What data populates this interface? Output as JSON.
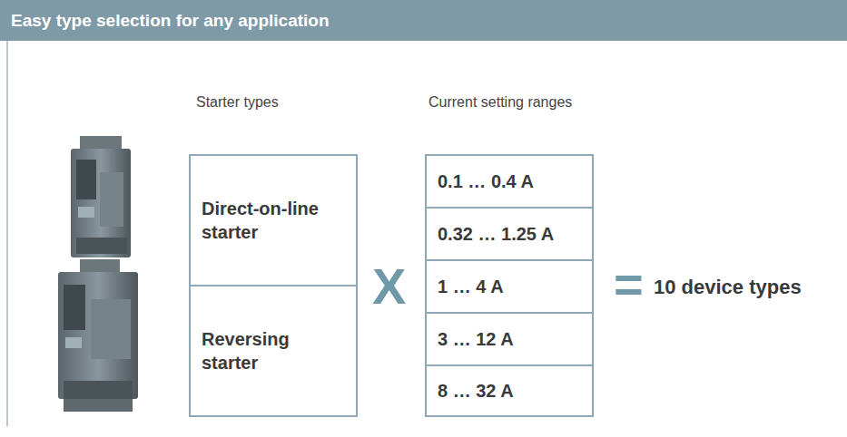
{
  "diagram": {
    "title": "Easy type selection for any application",
    "nodes": [
      {
        "text": [
          "Direct-on-line starter"
        ]
      },
      {
        "text": [
          "Reversing starter"
        ]
      },
      {
        "text": [
          "0.1 … 0.4 A"
        ]
      },
      {
        "text": [
          "0.32 … 1.25 A"
        ]
      },
      {
        "text": [
          "1 … 4 A"
        ]
      },
      {
        "text": [
          "3 … 12 A"
        ]
      },
      {
        "text": [
          "8 … 32 A"
        ]
      }
    ],
    "labels": [
      "Starter types",
      "Current setting ranges",
      "X",
      "=",
      "10 device types"
    ]
  }
}
